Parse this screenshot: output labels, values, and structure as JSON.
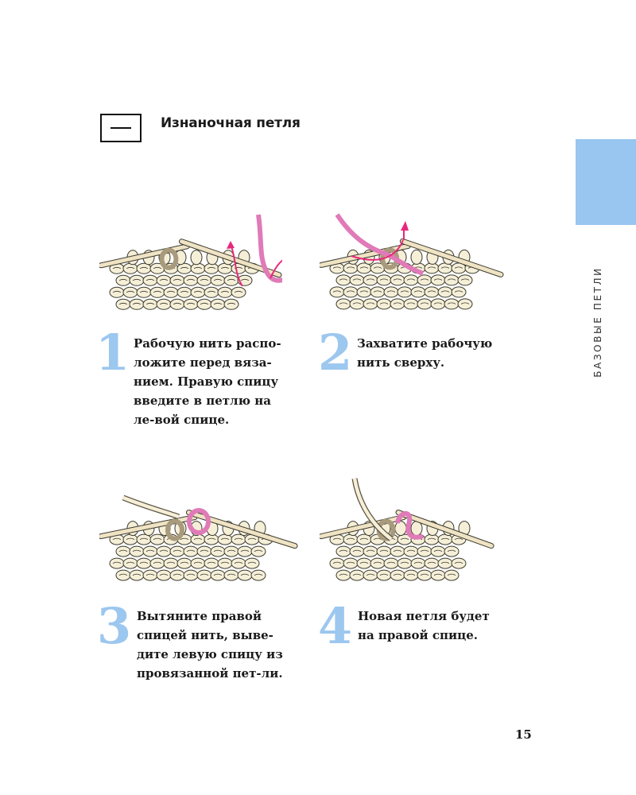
{
  "header": {
    "symbol": "purl-symbol",
    "title": "Изнаночная петля"
  },
  "side_tab": {
    "label": "БАЗОВЫЕ ПЕТЛИ",
    "color": "#98c6f0"
  },
  "steps": [
    {
      "number": "1",
      "text": "Рабочую нить распо-ложите перед вяза-нием. Правую спицу введите в петлю на ле-вой спице."
    },
    {
      "number": "2",
      "text": "Захватите рабочую нить сверху."
    },
    {
      "number": "3",
      "text": "Вытяните правой спицей нить, выве-дите левую спицу из провязанной пет-ли."
    },
    {
      "number": "4",
      "text": "Новая петля будет на правой спице."
    }
  ],
  "colors": {
    "number": "#9cc7ef",
    "yarn_pink": "#e07ab8",
    "arrow": "#e8287a",
    "stitch": "#f6efd8"
  },
  "page_number": "15"
}
